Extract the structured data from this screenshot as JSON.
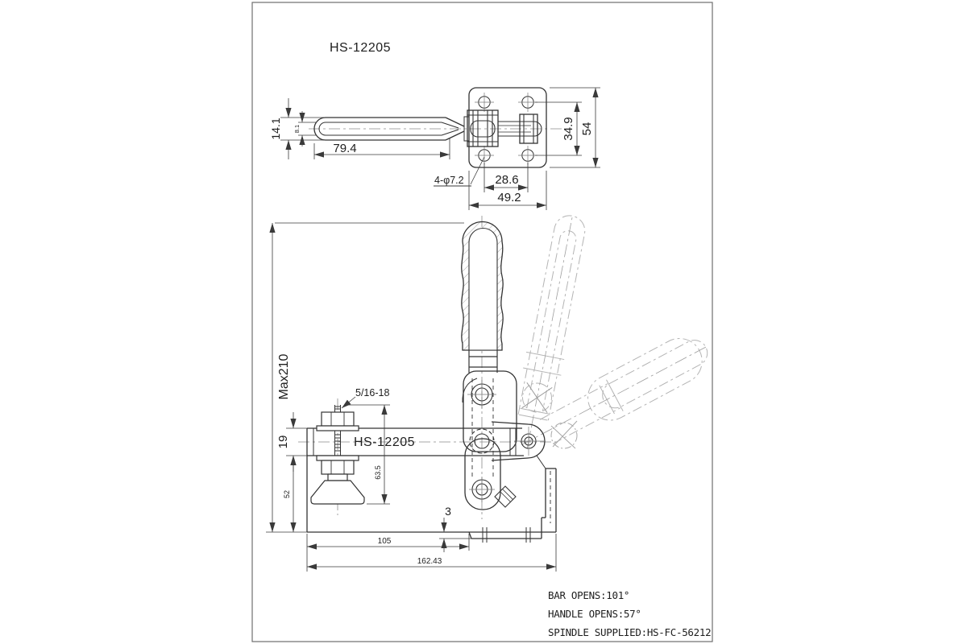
{
  "colors": {
    "line": "#333333",
    "dimension": "#3a3a3a",
    "phantom": "#b4b4b4",
    "centerline": "#8a8a8a",
    "background": "#ffffff"
  },
  "drawing": {
    "title": "HS-12205",
    "top_view": {
      "dims": {
        "bar_height": "14.1",
        "slot_width": "8.1",
        "bar_length": "79.4",
        "hole_span_vertical": "34.9",
        "plate_height": "54",
        "holes": "4-φ7.2",
        "hole_span_horizontal": "28.6",
        "plate_width": "49.2"
      }
    },
    "front_view": {
      "model": "HS-12205",
      "dims": {
        "max_open_height": "Max210",
        "spindle_thread": "5/16-18",
        "bar_thickness": "19",
        "bar_to_base": "52",
        "spindle_assembly": "63.5",
        "flange_step": "3",
        "base_length": "105",
        "overall_length": "162.43"
      }
    },
    "notes": {
      "bar_opens": "BAR OPENS:101°",
      "handle_opens": "HANDLE OPENS:57°",
      "spindle_supplied": "SPINDLE SUPPLIED:HS-FC-56212"
    }
  }
}
